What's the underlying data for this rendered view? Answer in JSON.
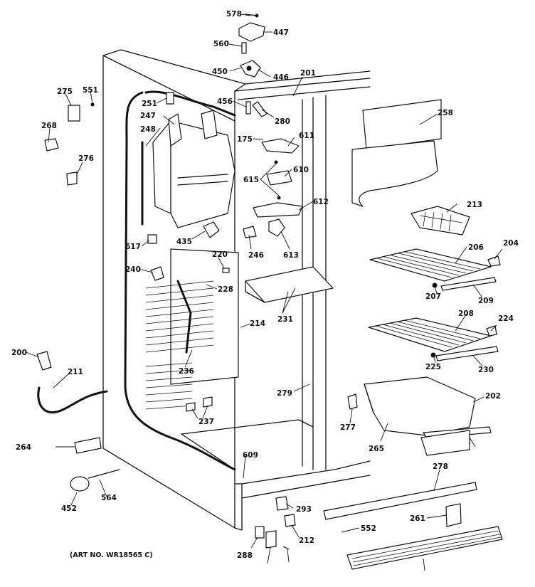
{
  "caption": "(ART NO. WR18565 C)",
  "callouts": [
    "578",
    "447",
    "560",
    "446",
    "450",
    "201",
    "456",
    "280",
    "275",
    "551",
    "251",
    "247",
    "258",
    "268",
    "248",
    "175",
    "611",
    "276",
    "610",
    "615",
    "612",
    "213",
    "617",
    "435",
    "246",
    "613",
    "220",
    "240",
    "228",
    "206",
    "204",
    "207",
    "209",
    "231",
    "214",
    "208",
    "224",
    "225",
    "230",
    "200",
    "211",
    "236",
    "237",
    "279",
    "202",
    "277",
    "265",
    "264",
    "609",
    "278",
    "564",
    "452",
    "293",
    "261",
    "552",
    "288",
    "212"
  ]
}
